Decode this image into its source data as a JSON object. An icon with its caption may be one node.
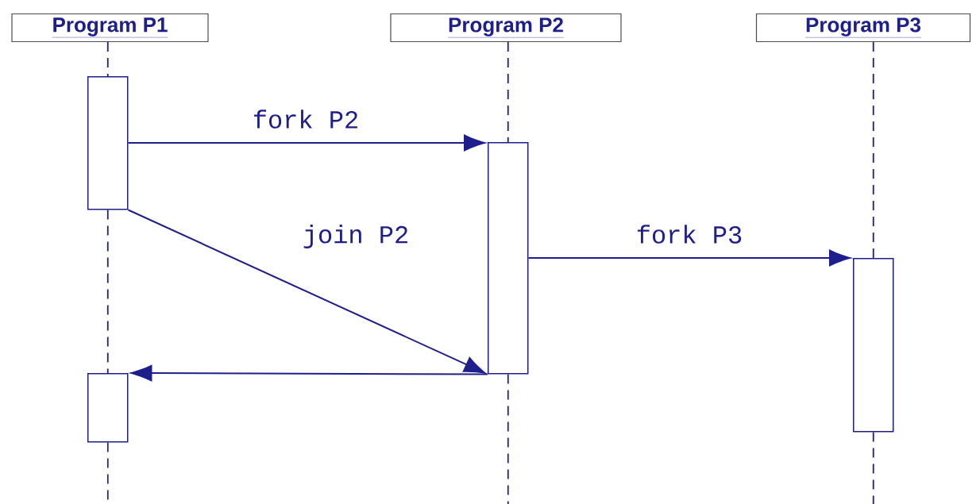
{
  "diagram": {
    "nodes": [
      {
        "text": [
          "Program P1"
        ]
      },
      {
        "text": [
          "Program P2"
        ]
      },
      {
        "text": [
          "Program P3"
        ]
      },
      {
        "text": [],
        "shape": "box"
      },
      {
        "text": [],
        "shape": "box"
      },
      {
        "text": [],
        "shape": "box"
      },
      {
        "text": [],
        "shape": "box"
      }
    ],
    "edges": [
      {
        "from": 0,
        "to": 3,
        "arrow": "none",
        "style": "dashed"
      },
      {
        "from": 3,
        "to": 6,
        "arrow": "none",
        "style": "dashed"
      },
      {
        "from": 6,
        "to": null,
        "arrow": "none",
        "style": "dashed"
      },
      {
        "from": 1,
        "to": 4,
        "arrow": "none",
        "style": "dashed"
      },
      {
        "from": 4,
        "to": null,
        "arrow": "none",
        "style": "dashed"
      },
      {
        "from": 2,
        "to": 5,
        "arrow": "none",
        "style": "dashed"
      },
      {
        "from": 5,
        "to": null,
        "arrow": "none",
        "style": "dashed"
      },
      {
        "from": 3,
        "to": 4,
        "arrow": "to",
        "label": "fork P2"
      },
      {
        "from": 4,
        "to": 5,
        "arrow": "to",
        "label": "fork P3"
      },
      {
        "from": 3,
        "to": 4,
        "arrow": "to",
        "label": "join P2"
      },
      {
        "from": 4,
        "to": 6,
        "arrow": "to"
      }
    ]
  }
}
